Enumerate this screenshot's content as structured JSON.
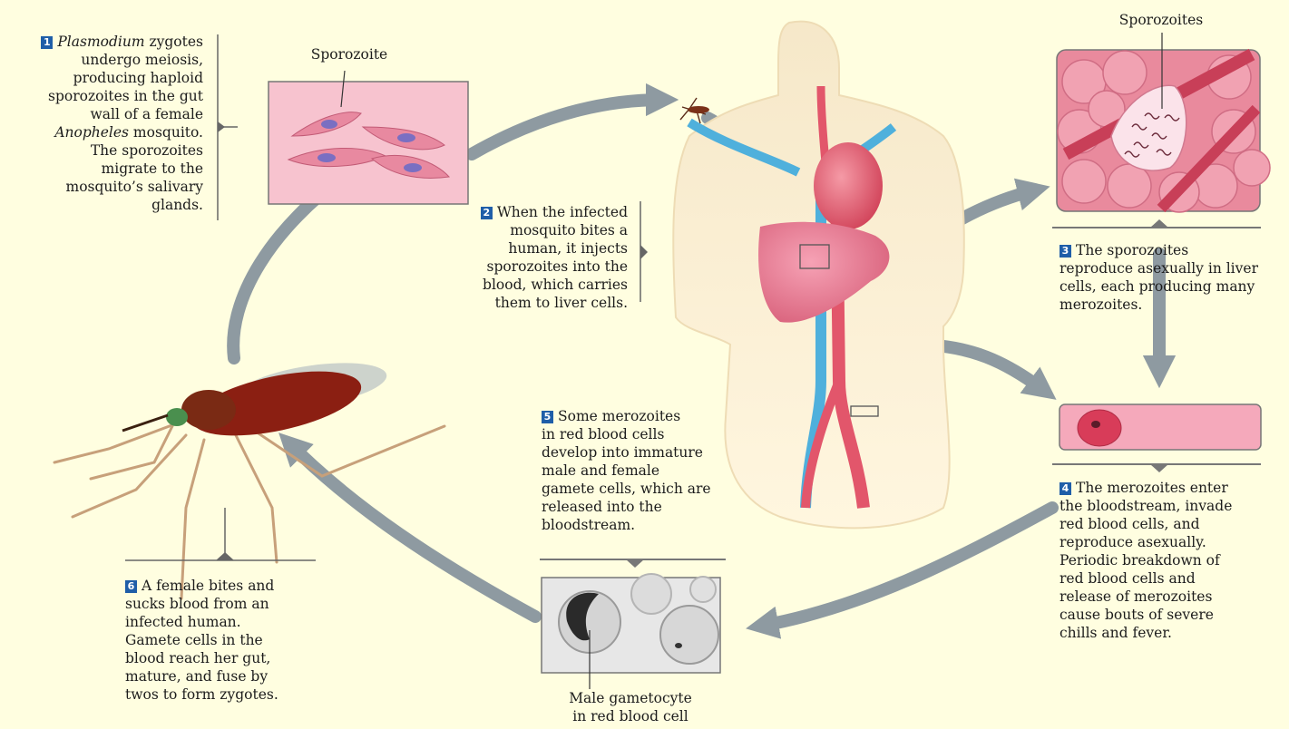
{
  "steps": [
    {
      "num": "1",
      "text_italic_1": "Plasmodium",
      "text": " zygotes\nundergo meiosis,\nproducing haploid\nsporozoites in the gut\nwall of a female\n",
      "text_italic_2": "Anopheles",
      "text_end": " mosquito.\nThe sporozoites\nmigrate to the\nmosquito’s salivary\nglands."
    },
    {
      "num": "2",
      "text": "When the infected\nmosquito bites a\nhuman, it injects\nsporozoites into the\nblood, which carries\nthem to liver cells."
    },
    {
      "num": "3",
      "text": "The sporozoites\nreproduce asexually in liver\ncells, each producing many\nmerozoites."
    },
    {
      "num": "4",
      "text": "The merozoites enter\nthe bloodstream, invade\nred blood cells, and\nreproduce asexually.\nPeriodic breakdown of\nred blood cells and\nrelease of merozoites\ncause bouts of severe\nchills and fever."
    },
    {
      "num": "5",
      "text": "Some merozoites\nin red blood cells\ndevelop into immature\nmale and female\ngamete cells, which are\nreleased into the\nbloodstream."
    },
    {
      "num": "6",
      "text": "A female bites and\nsucks blood from an\ninfected human.\nGamete cells in the\nblood reach her gut,\nmature, and fuse by\ntwos to form zygotes."
    }
  ],
  "labels": {
    "sporozoite": "Sporozoite",
    "sporozoites": "Sporozoites",
    "gametocyte": "Male gametocyte\nin red blood cell"
  },
  "colors": {
    "background": "#fffee0",
    "badge": "#1f5ea8",
    "arrow": "#8e9aa1",
    "cell_pink": "#f3b6c6",
    "artery": "#e2566b",
    "vein": "#4fb0dc",
    "mosquito": "#8b1f12"
  }
}
